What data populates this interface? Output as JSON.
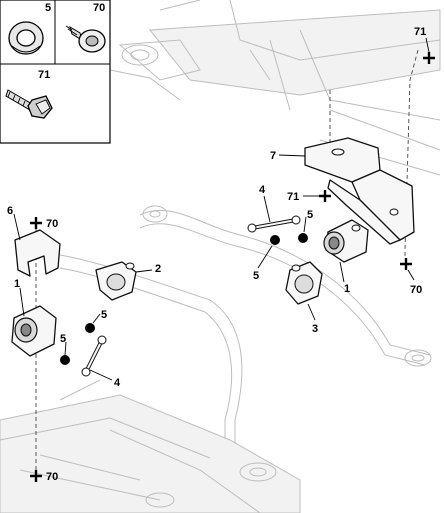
{
  "inset_panel": {
    "cells": [
      {
        "number": "5",
        "icon": "washer-icon"
      },
      {
        "number": "70",
        "icon": "screw-icon"
      },
      {
        "number": "71",
        "icon": "bolt-icon"
      }
    ]
  },
  "callouts": {
    "c1_left": "1",
    "c1_right": "1",
    "c2": "2",
    "c3": "3",
    "c4_left": "4",
    "c4_right": "4",
    "c5_left_a": "5",
    "c5_left_b": "5",
    "c5_right_a": "5",
    "c5_right_b": "5",
    "c6": "6",
    "c7": "7",
    "c70_left_top": "70",
    "c70_left_bottom": "70",
    "c70_right": "70",
    "c71_top": "71",
    "c71_mid": "71"
  },
  "colors": {
    "line": "#111111",
    "ghost": "#bdbdbd",
    "background": "#ffffff"
  }
}
